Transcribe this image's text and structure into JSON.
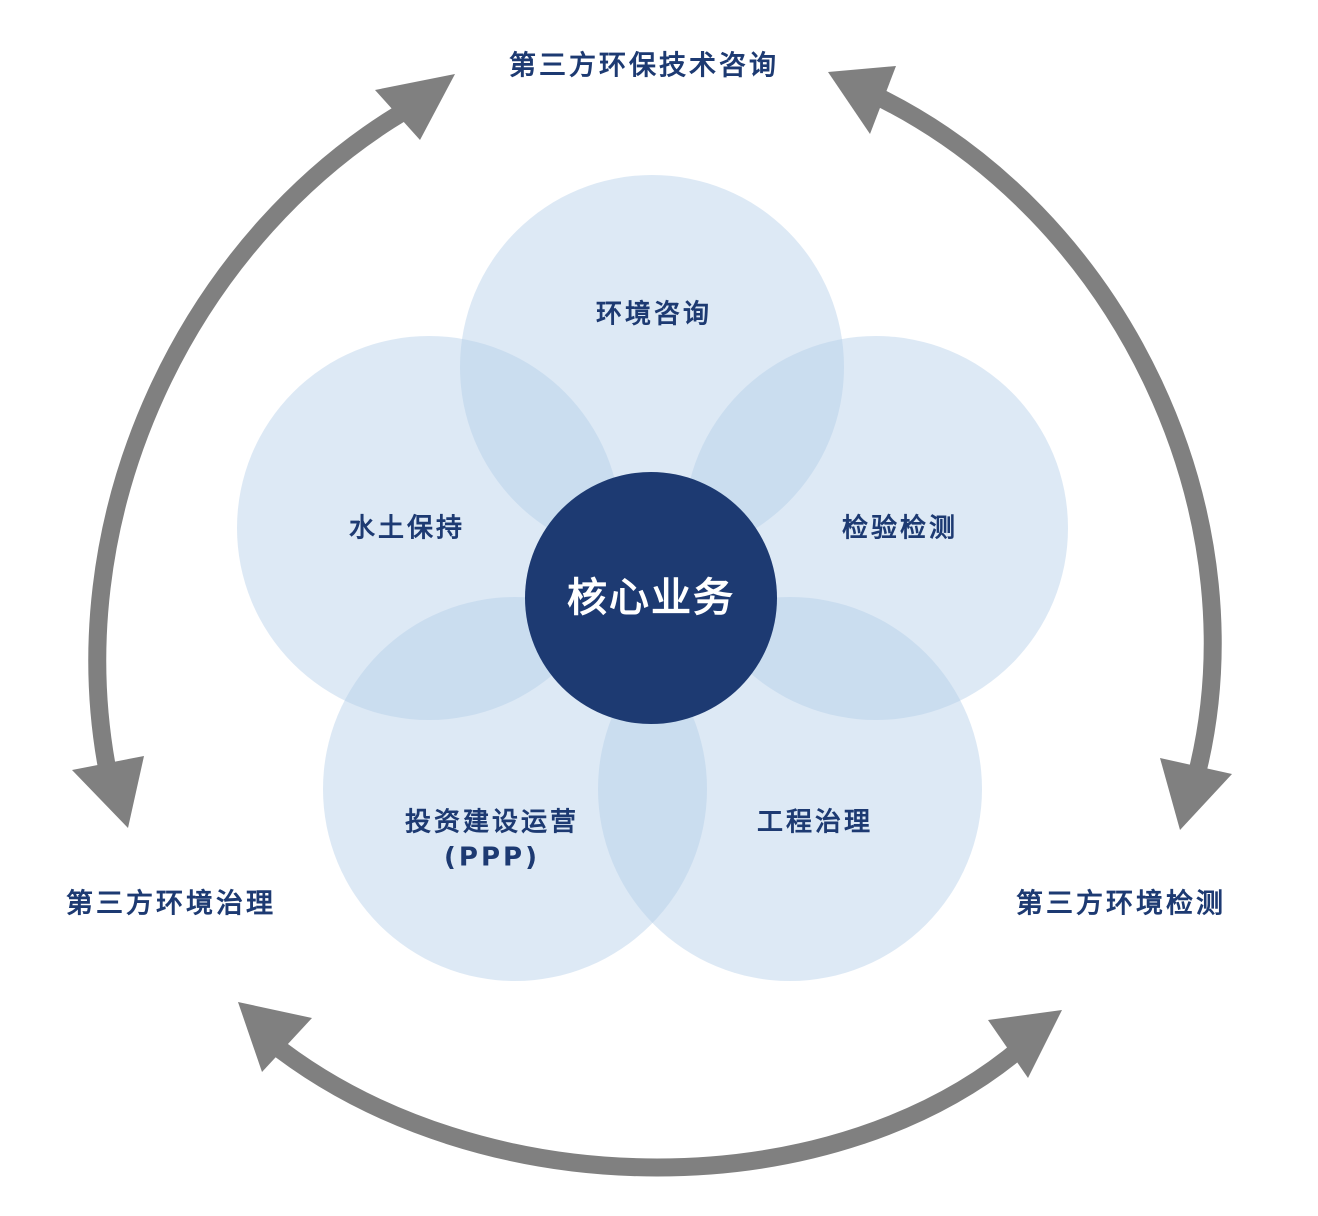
{
  "core": {
    "label": "核心业务"
  },
  "petals": [
    {
      "label": "环境咨询"
    },
    {
      "label": "检验检测"
    },
    {
      "label": "工程治理"
    },
    {
      "label": "投资建设运营",
      "sublabel": "(PPP)"
    },
    {
      "label": "水土保持"
    }
  ],
  "outer": {
    "top": "第三方环保技术咨询",
    "left": "第三方环境治理",
    "right": "第三方环境检测"
  },
  "colors": {
    "core": "#1d3a72",
    "petal": "#b4cfe8",
    "text": "#1d3a72",
    "arrow": "#808080"
  }
}
